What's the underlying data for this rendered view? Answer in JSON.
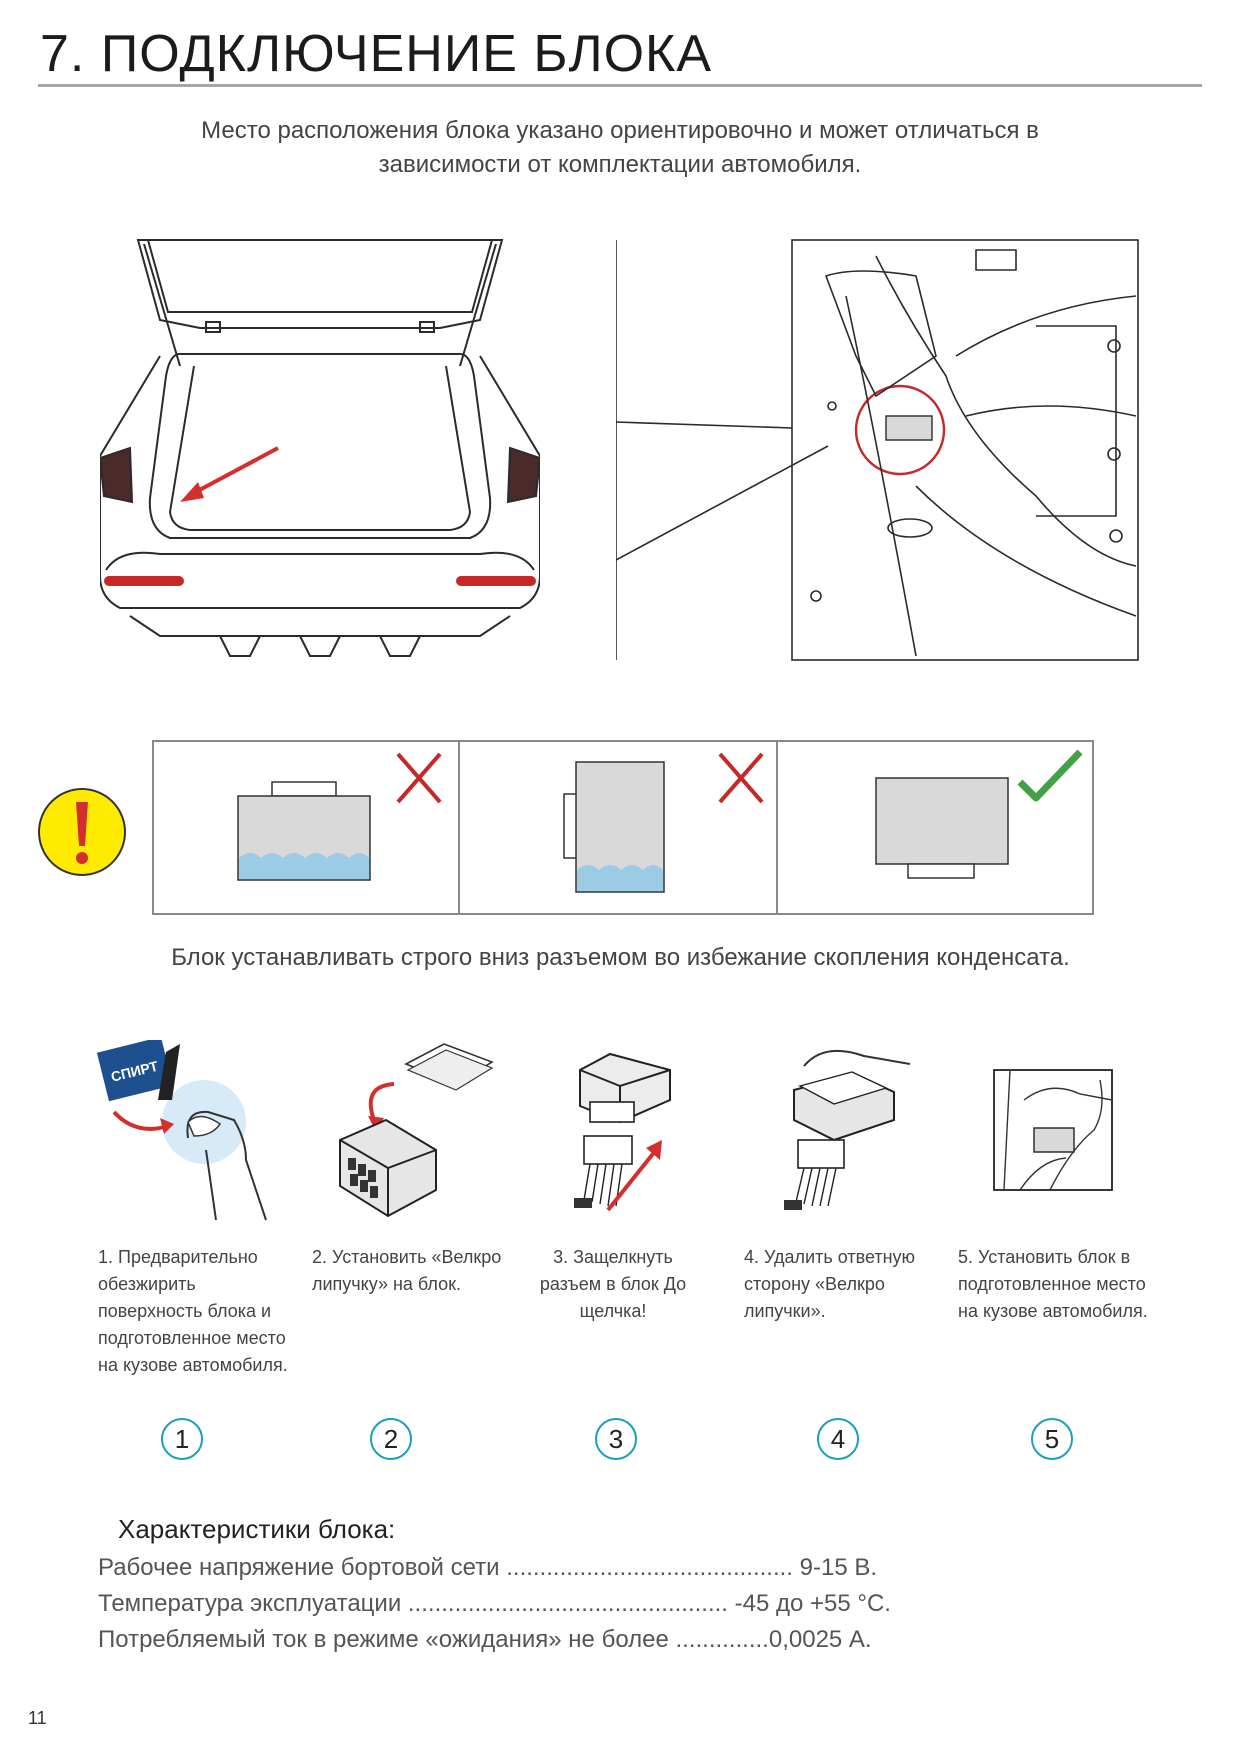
{
  "header": {
    "title": "7. ПОДКЛЮЧЕНИЕ БЛОКА"
  },
  "intro": "Место расположения блока указано ориентировочно и может отличаться в зависимости от комплектации автомобиля.",
  "orientation": {
    "note": "Блок устанавливать строго вниз разъемом во избежание скопления конденсата.",
    "icons": [
      "warning-exclamation-icon",
      "cross-icon",
      "cross-icon",
      "check-icon"
    ],
    "colors": {
      "cross": "#c62828",
      "check": "#43a047",
      "water": "#9ccbe6",
      "warning": "#ffeb00"
    }
  },
  "steps": [
    {
      "number": "1",
      "text": "1. Предварительно обезжирить поверхность блока и подготовленное место на кузове автомобиля.",
      "badge": "СПИРТ"
    },
    {
      "number": "2",
      "text": "2. Установить «Велкро липучку» на блок."
    },
    {
      "number": "3",
      "text": "3. Защелкнуть разъем в блок До щелчка!"
    },
    {
      "number": "4",
      "text": "4. Удалить ответную сторону «Велкро липучки»."
    },
    {
      "number": "5",
      "text": "5. Установить блок в подготовленное место на кузове автомобиля."
    }
  ],
  "specs": {
    "heading": "Характеристики блока:",
    "lines": [
      "Рабочее напряжение бортовой сети ........................................... 9-15 В.",
      "Температура эксплуатации ................................................ -45 до +55 °С.",
      "Потребляемый ток в режиме «ожидания» не более ..............0,0025 А."
    ]
  },
  "accent_color": "#1aa0b8",
  "page_number": "11"
}
